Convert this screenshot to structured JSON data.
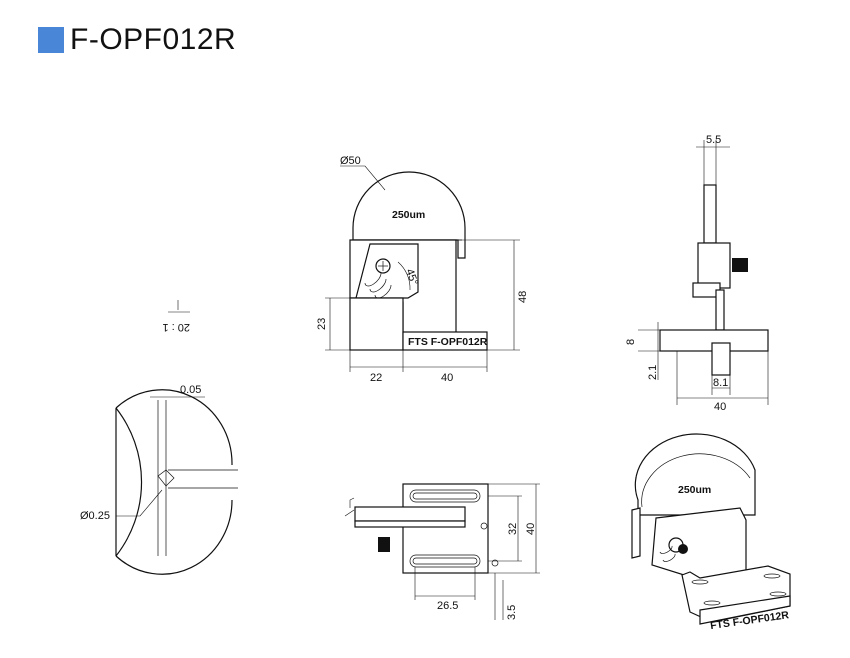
{
  "title": {
    "text": "F-OPF012R"
  },
  "colors": {
    "accent": "#4a86d8"
  },
  "front_view": {
    "diameter": "Ø50",
    "mirror_label": "250um",
    "angle": "45°",
    "height_total": "48",
    "height_base": "23",
    "width_left": "22",
    "width_right": "40",
    "plate_label": "FTS  F-OPF012R"
  },
  "side_view": {
    "thickness": "5.5",
    "base_height": "8",
    "offset": "2.1",
    "slot": "8.1",
    "width": "40"
  },
  "scale": {
    "text": "20 : 1"
  },
  "detail_view": {
    "offset": "0.05",
    "diameter": "Ø0.25"
  },
  "top_view": {
    "slot_spacing": "32",
    "depth": "40",
    "width": "26.5",
    "offset": "3.5"
  },
  "iso_view": {
    "mirror_label": "250um",
    "plate_label": "FTS  F-OPF012R"
  }
}
